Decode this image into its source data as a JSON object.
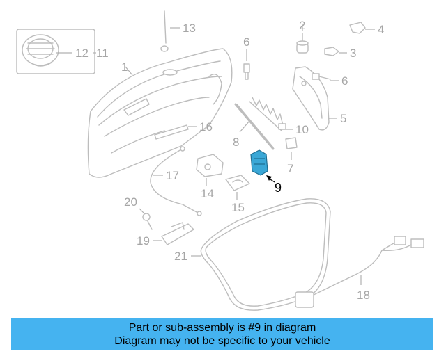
{
  "diagram": {
    "callouts": {
      "c1": "1",
      "c2": "2",
      "c3": "3",
      "c4": "4",
      "c5": "5",
      "c6a": "6",
      "c6b": "6",
      "c7": "7",
      "c8": "8",
      "c9": "9",
      "c10": "10",
      "c11": "11",
      "c12": "12",
      "c13": "13",
      "c14": "14",
      "c15": "15",
      "c16": "16",
      "c17": "17",
      "c18": "18",
      "c19": "19",
      "c20": "20",
      "c21": "21"
    },
    "highlight_part": "9",
    "highlight_color": "#3aa7d6"
  },
  "banner": {
    "line1": "Part or sub-assembly is #9 in diagram",
    "line2": "Diagram may not be specific to your vehicle",
    "color": "#45b3f0"
  }
}
